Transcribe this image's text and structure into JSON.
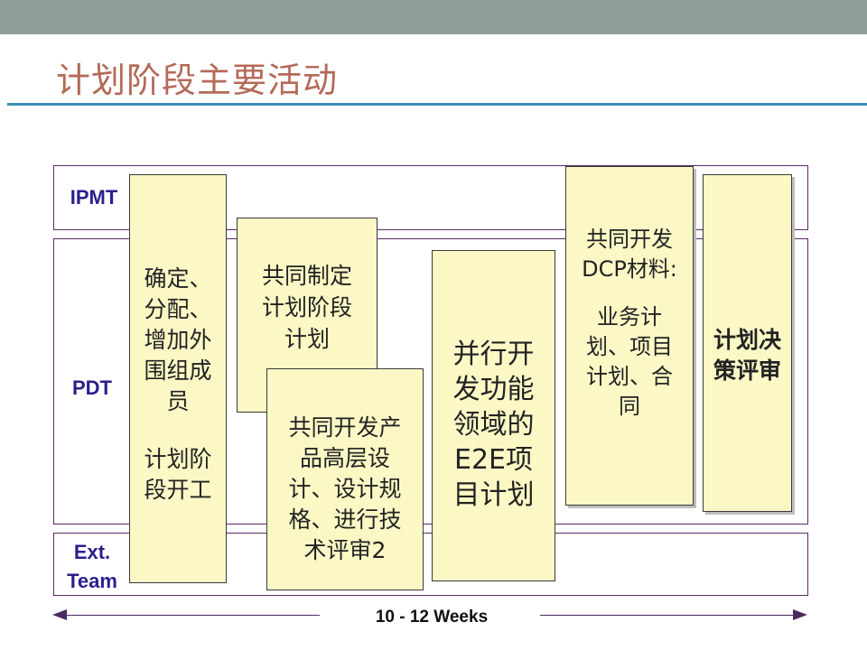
{
  "slide": {
    "title": "计划阶段主要活动"
  },
  "lanes": {
    "ipmt": "IPMT",
    "pdt": "PDT",
    "ext": "Ext.\nTeam"
  },
  "boxes": {
    "b1_top": "确定、\n分配、\n增加外\n围组成\n员",
    "b1_bottom": "计划阶\n段开工",
    "b2": "共同制定\n计划阶段\n计划",
    "b3": "共同开发产\n品高层设\n计、设计规\n格、进行技\n术评审2",
    "b4": "并行开\n发功能\n领域的\nE2E项\n目计划",
    "b5_top": "共同开发\nDCP材料:",
    "b5_bottom": "业务计\n划、项目\n计划、合\n同",
    "b6": "计划决\n策评审"
  },
  "timeline": {
    "label": "10 - 12 Weeks"
  },
  "colors": {
    "box_fill": "#fbf8c6",
    "lane_border": "#5a2a66",
    "lane_label": "#2a1f8c",
    "title": "#b46a58",
    "rule": "#3a8fb4",
    "topbar": "#8e9e98"
  }
}
